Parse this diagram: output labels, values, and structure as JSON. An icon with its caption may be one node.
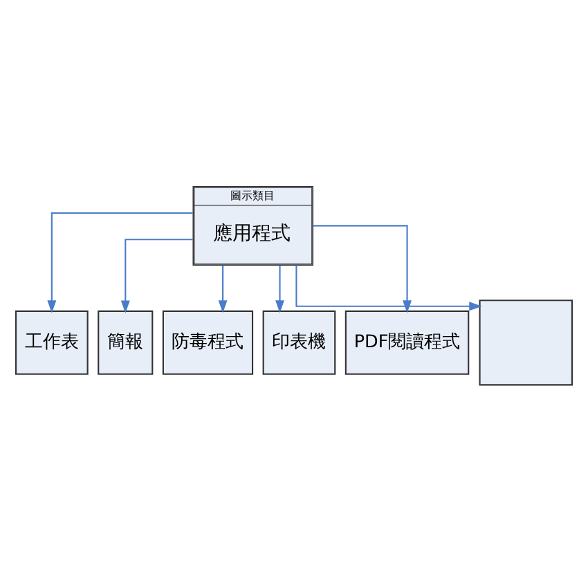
{
  "diagram": {
    "nodes": [
      {
        "text": [
          "圖示類目",
          "應用程式"
        ]
      },
      {
        "text": [
          "工作表"
        ]
      },
      {
        "text": [
          "簡報"
        ]
      },
      {
        "text": [
          "防毒程式"
        ]
      },
      {
        "text": [
          "印表機"
        ]
      },
      {
        "text": [
          "PDF閱讀程式"
        ]
      },
      {
        "text": [],
        "shape": "box"
      }
    ],
    "edges": [
      {
        "from": 0,
        "to": 1,
        "arrow": "to"
      },
      {
        "from": 0,
        "to": 2,
        "arrow": "to"
      },
      {
        "from": 0,
        "to": 3,
        "arrow": "to"
      },
      {
        "from": 0,
        "to": 4,
        "arrow": "to"
      },
      {
        "from": 0,
        "to": 5,
        "arrow": "to"
      },
      {
        "from": 0,
        "to": 6,
        "arrow": "to"
      }
    ]
  }
}
